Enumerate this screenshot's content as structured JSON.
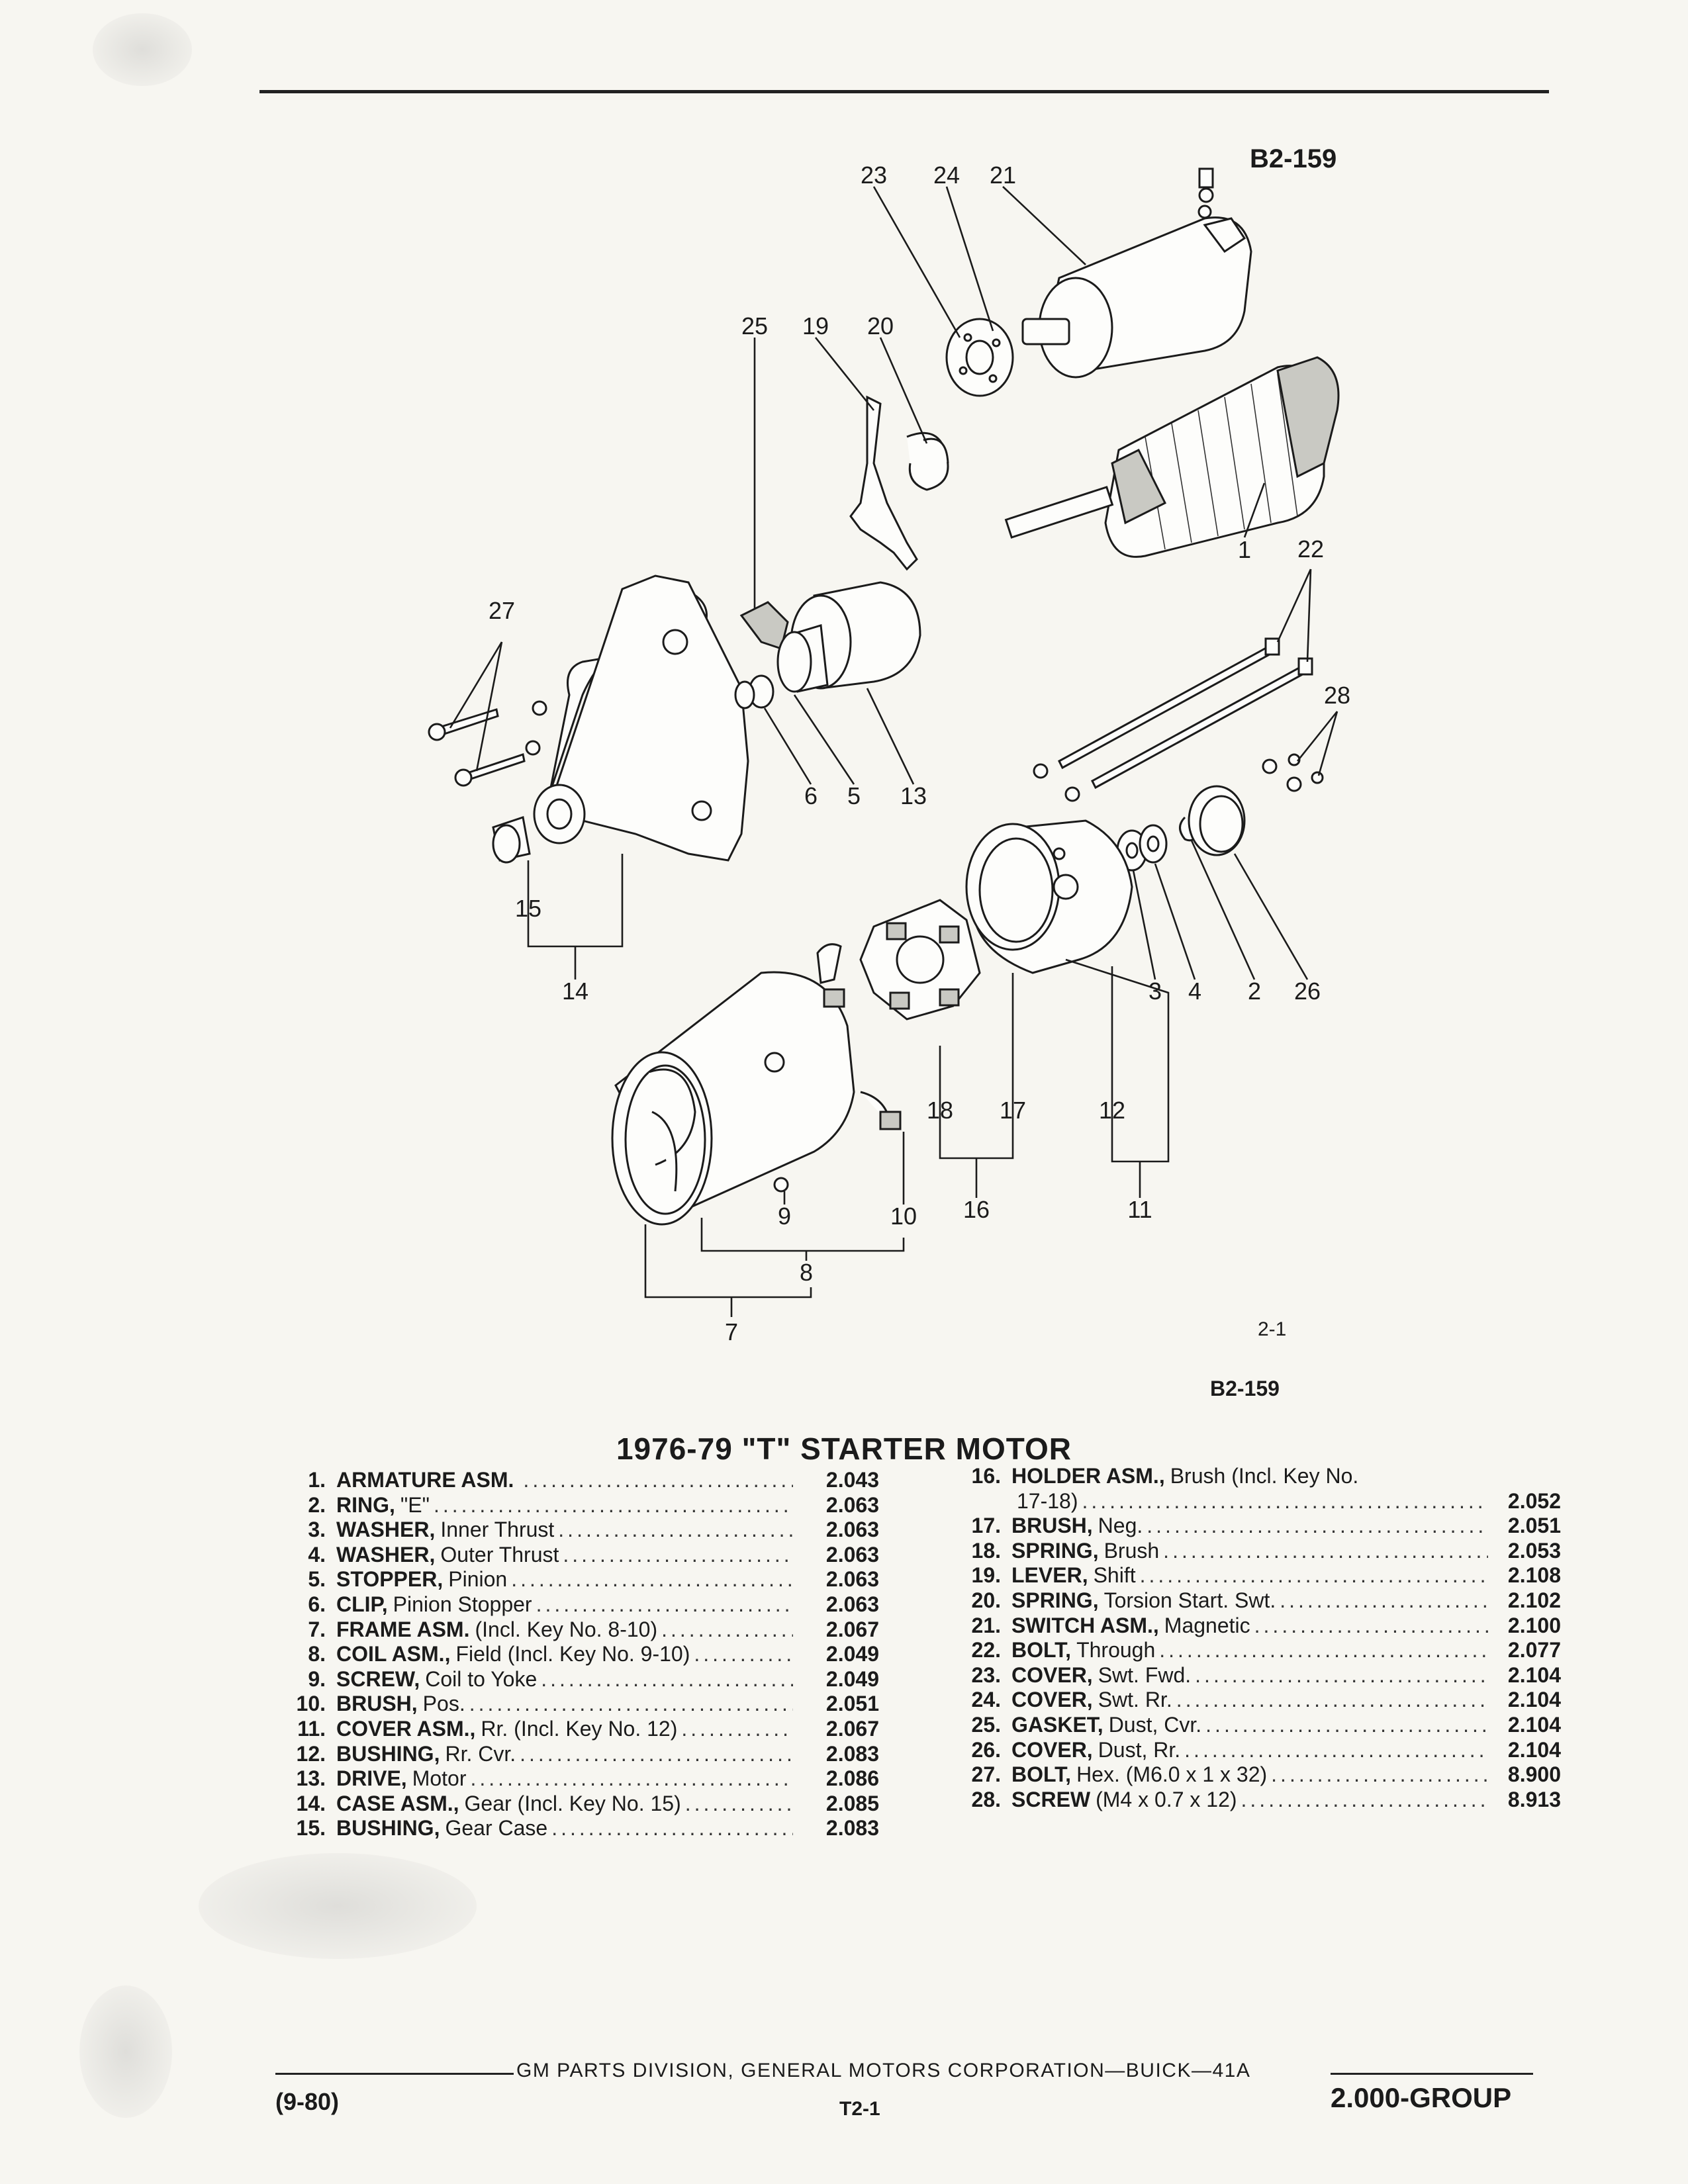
{
  "figure": {
    "code_top": "B2-159",
    "number": "2-1",
    "code_bottom": "B2-159",
    "callouts": [
      "1",
      "2",
      "3",
      "4",
      "5",
      "6",
      "7",
      "8",
      "9",
      "10",
      "11",
      "12",
      "13",
      "14",
      "15",
      "16",
      "17",
      "18",
      "19",
      "20",
      "21",
      "22",
      "23",
      "24",
      "25",
      "26",
      "27",
      "28"
    ]
  },
  "title": "1976-79 \"T\" STARTER MOTOR",
  "parts_left": [
    {
      "key": "1.",
      "name": "ARMATURE ASM.",
      "desc": "",
      "group": "2.043"
    },
    {
      "key": "2.",
      "name": "RING,",
      "desc": "\"E\"",
      "group": "2.063"
    },
    {
      "key": "3.",
      "name": "WASHER,",
      "desc": "Inner Thrust",
      "group": "2.063"
    },
    {
      "key": "4.",
      "name": "WASHER,",
      "desc": "Outer Thrust",
      "group": "2.063"
    },
    {
      "key": "5.",
      "name": "STOPPER,",
      "desc": "Pinion",
      "group": "2.063"
    },
    {
      "key": "6.",
      "name": "CLIP,",
      "desc": "Pinion Stopper",
      "group": "2.063"
    },
    {
      "key": "7.",
      "name": "FRAME ASM.",
      "desc": "(Incl. Key No. 8-10)",
      "group": "2.067"
    },
    {
      "key": "8.",
      "name": "COIL ASM.,",
      "desc": "Field (Incl. Key No. 9-10)",
      "group": "2.049"
    },
    {
      "key": "9.",
      "name": "SCREW,",
      "desc": "Coil to Yoke",
      "group": "2.049"
    },
    {
      "key": "10.",
      "name": "BRUSH,",
      "desc": "Pos.",
      "group": "2.051"
    },
    {
      "key": "11.",
      "name": "COVER ASM.,",
      "desc": "Rr. (Incl. Key No. 12)",
      "group": "2.067"
    },
    {
      "key": "12.",
      "name": "BUSHING,",
      "desc": "Rr. Cvr.",
      "group": "2.083"
    },
    {
      "key": "13.",
      "name": "DRIVE,",
      "desc": "Motor",
      "group": "2.086"
    },
    {
      "key": "14.",
      "name": "CASE ASM.,",
      "desc": "Gear (Incl. Key No. 15)",
      "group": "2.085"
    },
    {
      "key": "15.",
      "name": "BUSHING,",
      "desc": "Gear Case",
      "group": "2.083"
    }
  ],
  "parts_right": [
    {
      "key": "16.",
      "name": "HOLDER ASM.,",
      "desc": "Brush (Incl. Key No.",
      "group": ""
    },
    {
      "key": "",
      "name": "",
      "desc": "17-18)",
      "group": "2.052"
    },
    {
      "key": "17.",
      "name": "BRUSH,",
      "desc": "Neg.",
      "group": "2.051"
    },
    {
      "key": "18.",
      "name": "SPRING,",
      "desc": "Brush",
      "group": "2.053"
    },
    {
      "key": "19.",
      "name": "LEVER,",
      "desc": "Shift",
      "group": "2.108"
    },
    {
      "key": "20.",
      "name": "SPRING,",
      "desc": "Torsion Start. Swt.",
      "group": "2.102"
    },
    {
      "key": "21.",
      "name": "SWITCH ASM.,",
      "desc": "Magnetic",
      "group": "2.100"
    },
    {
      "key": "22.",
      "name": "BOLT,",
      "desc": "Through",
      "group": "2.077"
    },
    {
      "key": "23.",
      "name": "COVER,",
      "desc": "Swt. Fwd.",
      "group": "2.104"
    },
    {
      "key": "24.",
      "name": "COVER,",
      "desc": "Swt. Rr.",
      "group": "2.104"
    },
    {
      "key": "25.",
      "name": "GASKET,",
      "desc": "Dust, Cvr.",
      "group": "2.104"
    },
    {
      "key": "26.",
      "name": "COVER,",
      "desc": "Dust, Rr.",
      "group": "2.104"
    },
    {
      "key": "27.",
      "name": "BOLT,",
      "desc": "Hex. (M6.0 x 1 x 32)",
      "group": "8.900"
    },
    {
      "key": "28.",
      "name": "SCREW",
      "desc": "(M4 x 0.7 x 12)",
      "group": "8.913"
    }
  ],
  "footer": {
    "text": "GM PARTS DIVISION, GENERAL MOTORS CORPORATION—BUICK—41A",
    "date": "(9-80)",
    "page": "T2-1",
    "group": "2.000-GROUP"
  }
}
